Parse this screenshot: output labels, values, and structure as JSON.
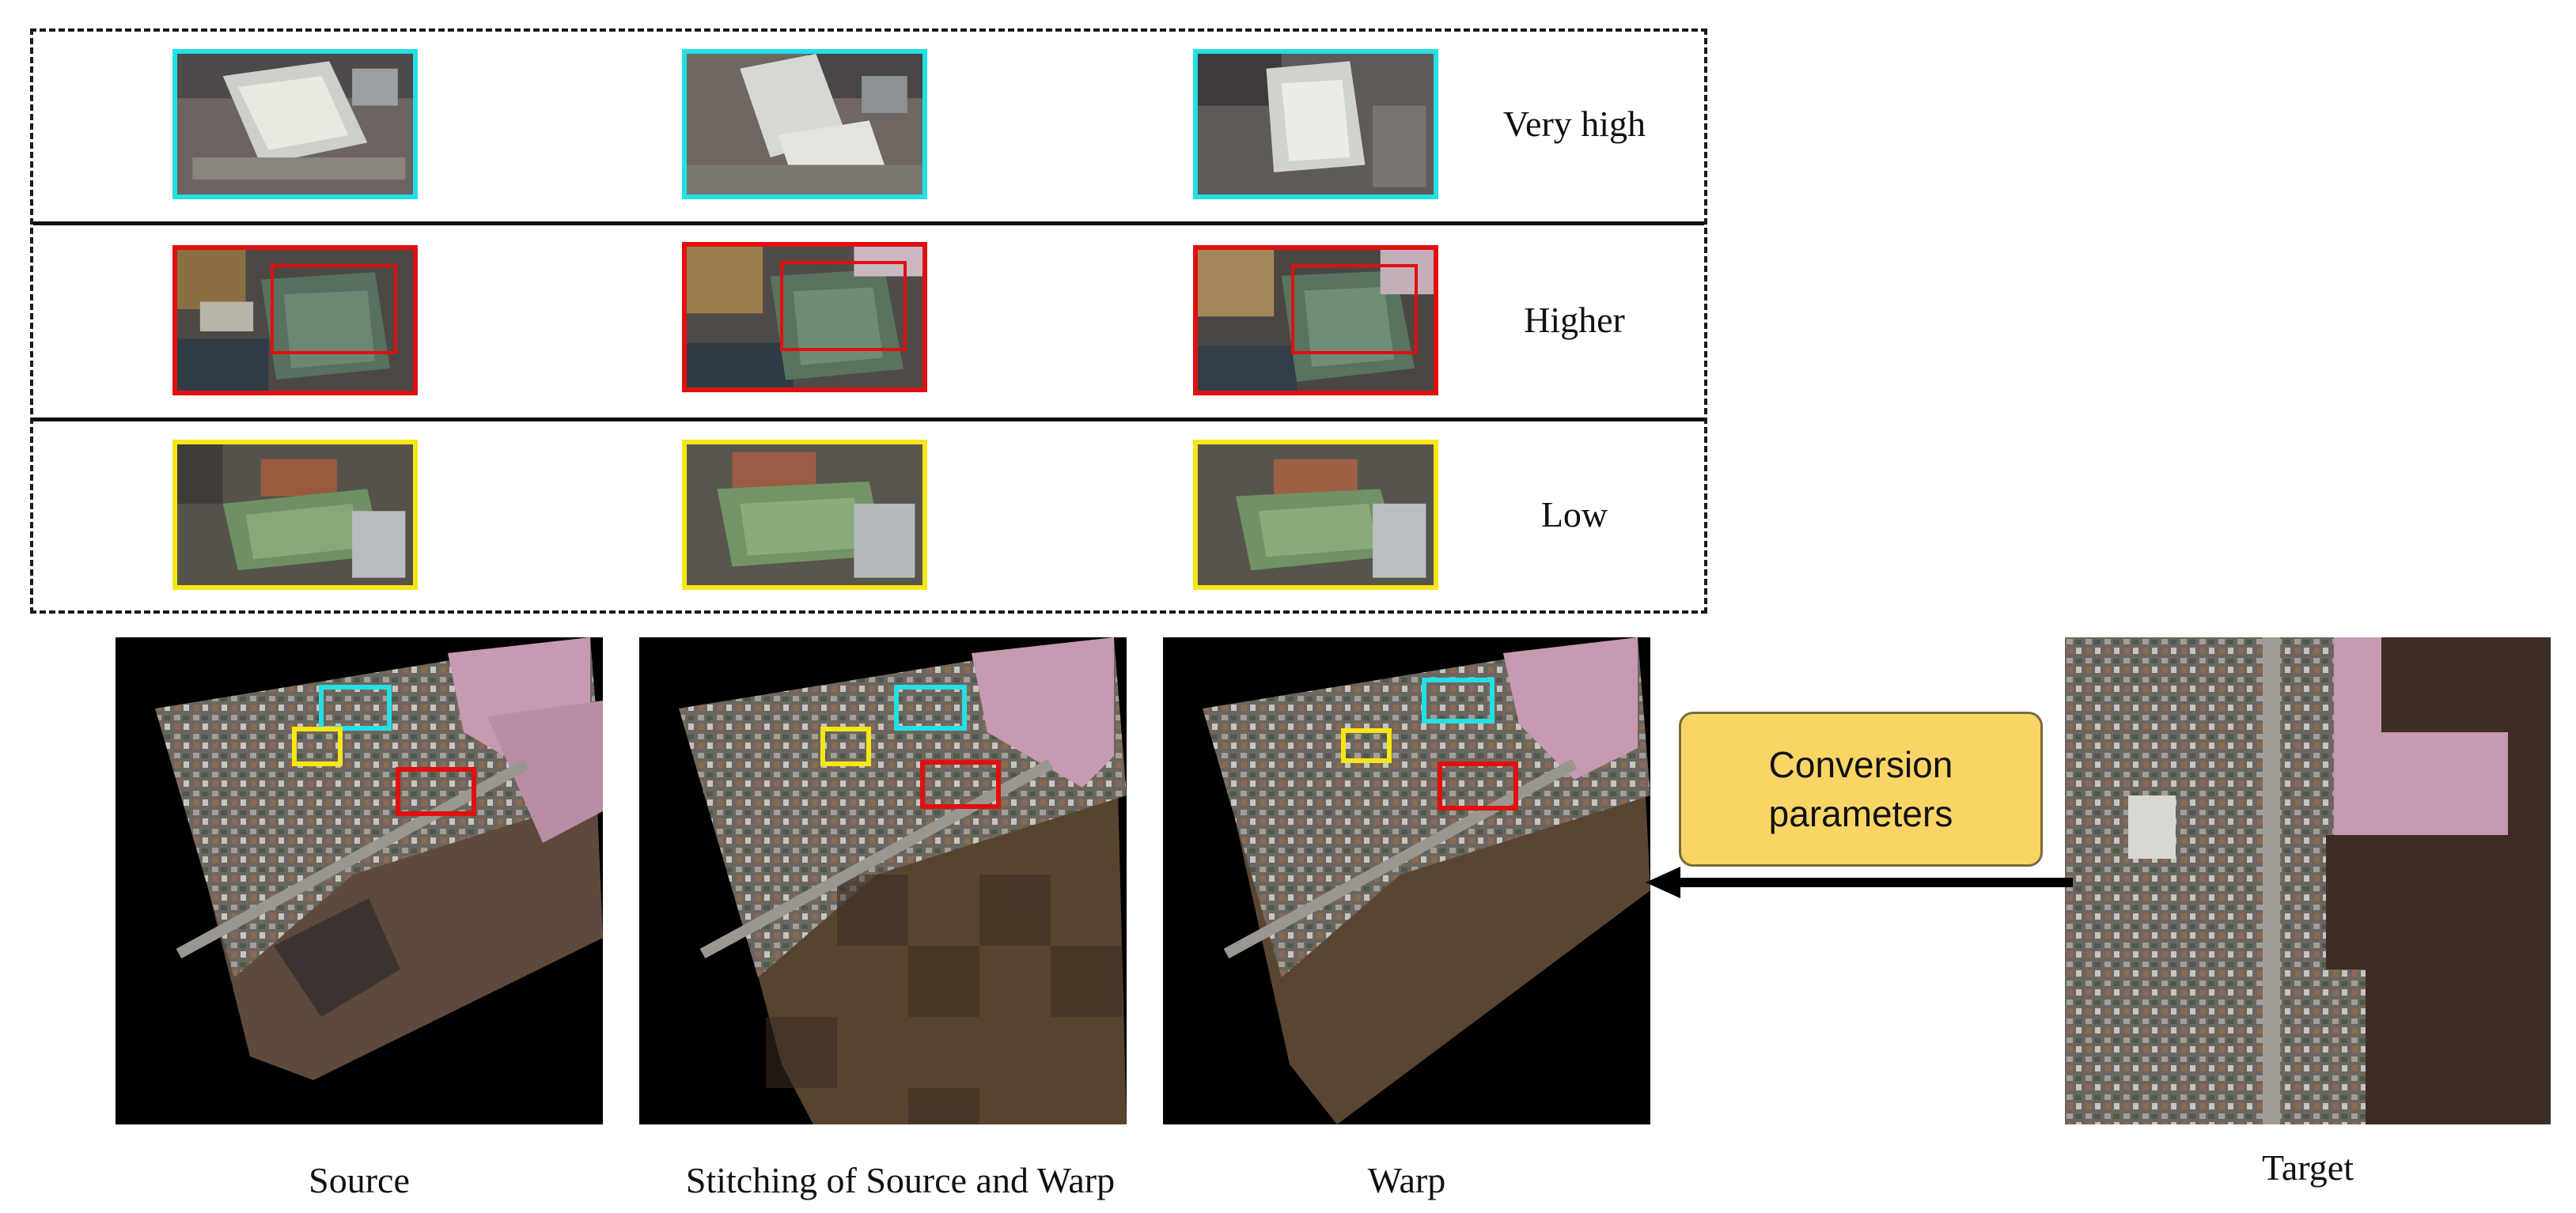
{
  "table": {
    "rows": [
      {
        "label": "Very high",
        "color": "#22e0e6"
      },
      {
        "label": "Higher",
        "color": "#e01010"
      },
      {
        "label": "Low",
        "color": "#f5e614"
      }
    ]
  },
  "panels": [
    {
      "id": "source",
      "caption": "Source"
    },
    {
      "id": "stitch",
      "caption": "Stitching of Source  and Warp"
    },
    {
      "id": "warp",
      "caption": "Warp"
    },
    {
      "id": "target",
      "caption": "Target"
    }
  ],
  "conversion": {
    "line1": "Conversion",
    "line2": "parameters"
  },
  "arrow": {
    "color": "#000000"
  }
}
